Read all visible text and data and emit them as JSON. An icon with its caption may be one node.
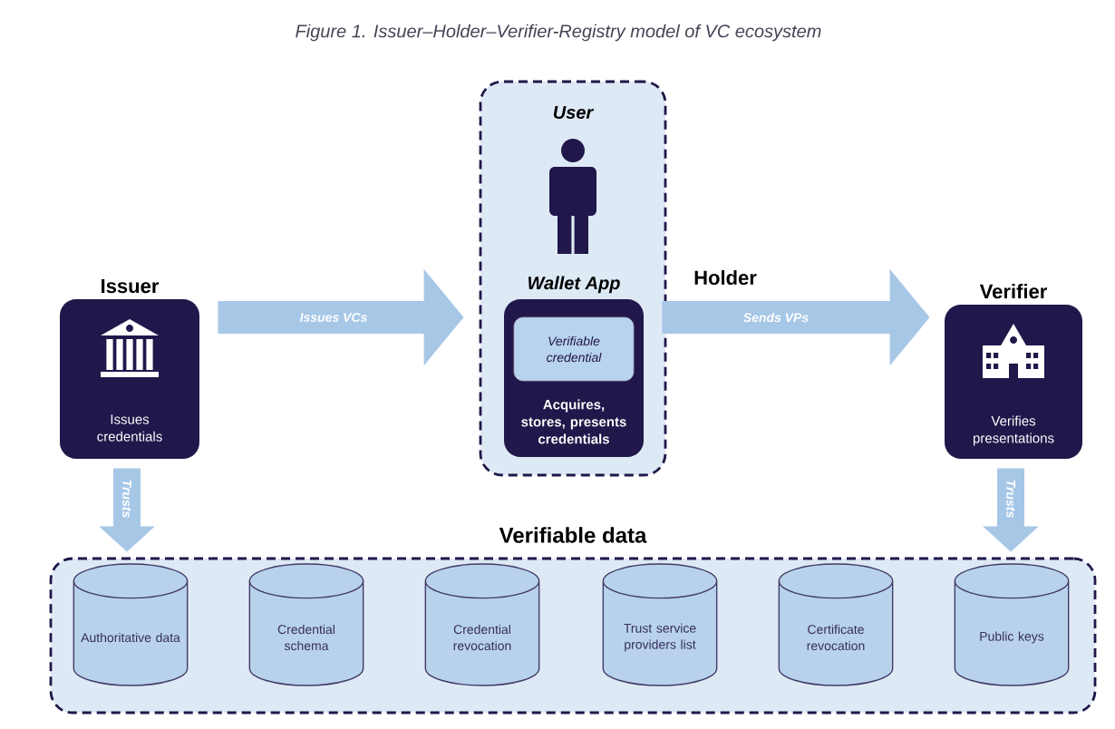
{
  "diagram": {
    "title": "Figure 1. Issuer–Holder–Verifier-Registry model of VC ecosystem",
    "nodes": [
      {
        "text": [
          "Issuer",
          "Issues credentials"
        ]
      },
      {
        "text": [
          "User"
        ],
        "beside": [
          "Holder"
        ]
      },
      {
        "text": [
          "Wallet App",
          "Acquires, stores, presents credentials"
        ],
        "in": 1
      },
      {
        "text": [
          "Verifiable credential"
        ],
        "in": 2
      },
      {
        "text": [
          "Verifier",
          "Verifies presentations"
        ]
      },
      {
        "text": [
          "Verifiable data"
        ]
      },
      {
        "text": [
          "Authoritative data"
        ],
        "in": 5
      },
      {
        "text": [
          "Credential schema"
        ],
        "in": 5
      },
      {
        "text": [
          "Credential revocation"
        ],
        "in": 5
      },
      {
        "text": [
          "Trust service providers list"
        ],
        "in": 5
      },
      {
        "text": [
          "Certificate revocation"
        ],
        "in": 5
      },
      {
        "text": [
          "Public keys"
        ],
        "in": 5
      }
    ],
    "edges": [
      {
        "from": 0,
        "to": 2,
        "arrow": "to",
        "label": "Issues VCs"
      },
      {
        "from": 2,
        "to": 4,
        "arrow": "to",
        "label": "Sends VPs"
      },
      {
        "from": 0,
        "to": 5,
        "arrow": "to",
        "label": "Trusts"
      },
      {
        "from": 4,
        "to": 5,
        "arrow": "to",
        "label": "Trusts"
      }
    ]
  }
}
